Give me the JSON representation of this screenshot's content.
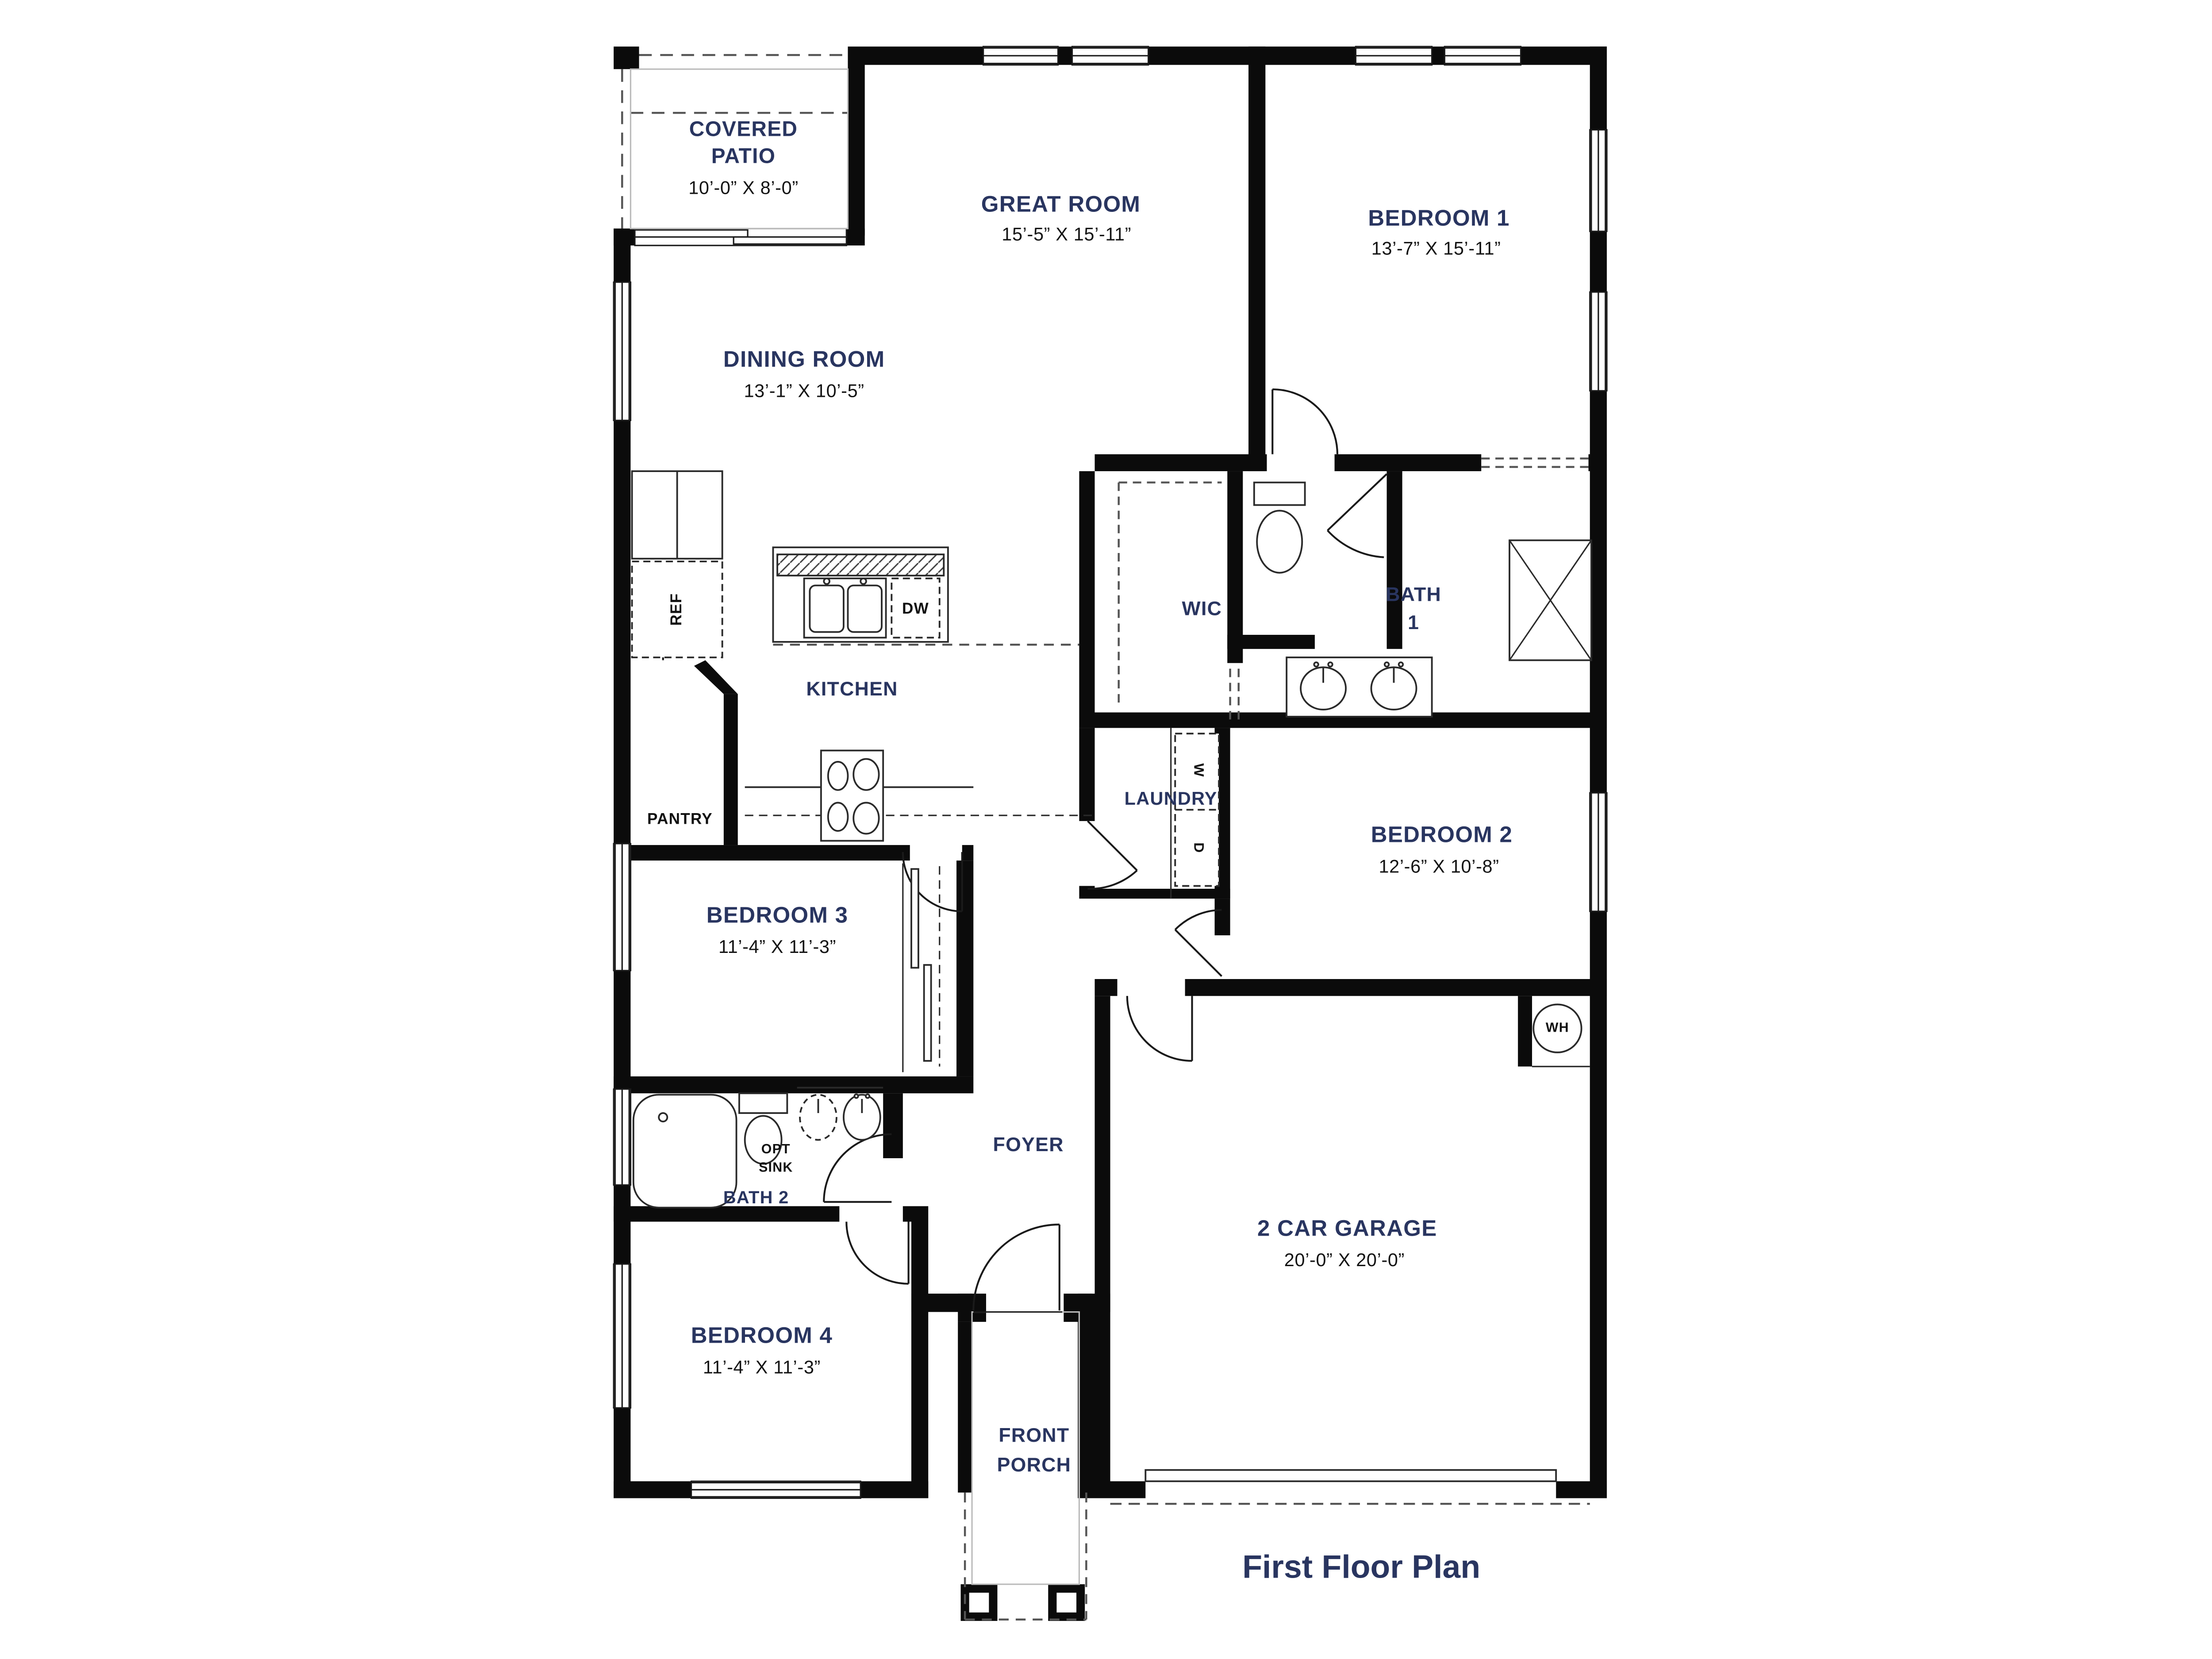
{
  "title": "First Floor Plan",
  "colors": {
    "room_label": "#293560",
    "dimension_text": "#131313",
    "wall": "#0b0b0b"
  },
  "rooms": {
    "covered_patio": {
      "name_line1": "COVERED",
      "name_line2": "PATIO",
      "dims": "10’-0” X 8’-0”"
    },
    "great_room": {
      "name": "GREAT ROOM",
      "dims": "15’-5” X 15’-11”"
    },
    "bedroom1": {
      "name": "BEDROOM 1",
      "dims": "13’-7” X 15’-11”"
    },
    "dining_room": {
      "name": "DINING ROOM",
      "dims": "13’-1” X 10’-5”"
    },
    "wic": {
      "name": "WIC"
    },
    "bath1": {
      "name_line1": "BATH",
      "name_line2": "1"
    },
    "kitchen": {
      "name": "KITCHEN"
    },
    "laundry": {
      "name": "LAUNDRY"
    },
    "bedroom2": {
      "name": "BEDROOM 2",
      "dims": "12’-6” X 10’-8”"
    },
    "bedroom3": {
      "name": "BEDROOM 3",
      "dims": "11’-4” X 11’-3”"
    },
    "bath2": {
      "name": "BATH 2"
    },
    "foyer": {
      "name": "FOYER"
    },
    "bedroom4": {
      "name": "BEDROOM 4",
      "dims": "11’-4” X 11’-3”"
    },
    "front_porch": {
      "name_line1": "FRONT",
      "name_line2": "PORCH"
    },
    "garage": {
      "name": "2 CAR GARAGE",
      "dims": "20’-0” X 20’-0”"
    }
  },
  "fixture_labels": {
    "pantry": "PANTRY",
    "ref": "REF",
    "dw": "DW",
    "washer": "W",
    "dryer": "D",
    "water_heater": "WH",
    "opt_sink_line1": "OPT",
    "opt_sink_line2": "SINK"
  }
}
